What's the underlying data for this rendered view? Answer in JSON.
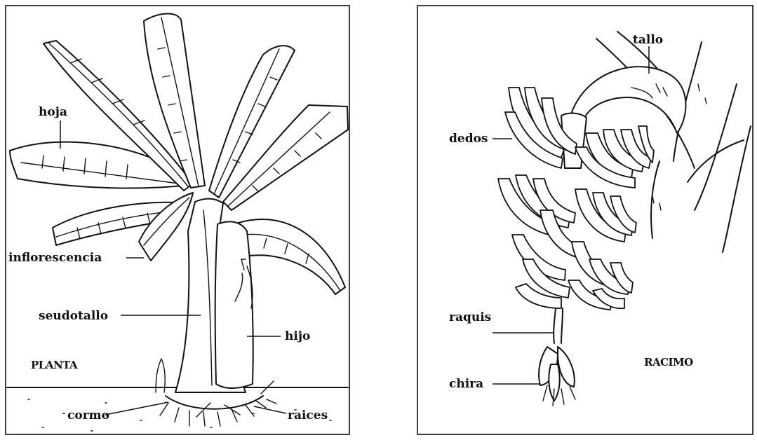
{
  "left_panel": {
    "caption": "PLANTA",
    "labels": {
      "hoja": "hoja",
      "inflorescencia": "inflorescencia",
      "seudotallo": "seudotallo",
      "hijo": "hijo",
      "cormo": "cormo",
      "raices": "raices"
    }
  },
  "right_panel": {
    "caption": "RACIMO",
    "labels": {
      "tallo": "tallo",
      "dedos": "dedos",
      "raquis": "raquis",
      "chira": "chira"
    }
  }
}
